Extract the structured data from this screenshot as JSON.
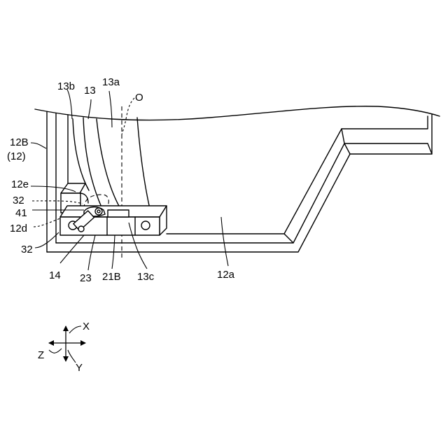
{
  "labels": {
    "l13b": "13b",
    "l13": "13",
    "l13a": "13a",
    "lO": "O",
    "l12B": "12B",
    "l12p": "(12)",
    "l12e": "12e",
    "l32a": "32",
    "l41": "41",
    "l12d": "12d",
    "l32b": "32",
    "l14": "14",
    "l23": "23",
    "l21B": "21B",
    "l13c": "13c",
    "l12a": "12a"
  },
  "axes": {
    "x": "X",
    "y": "Y",
    "z": "Z"
  }
}
